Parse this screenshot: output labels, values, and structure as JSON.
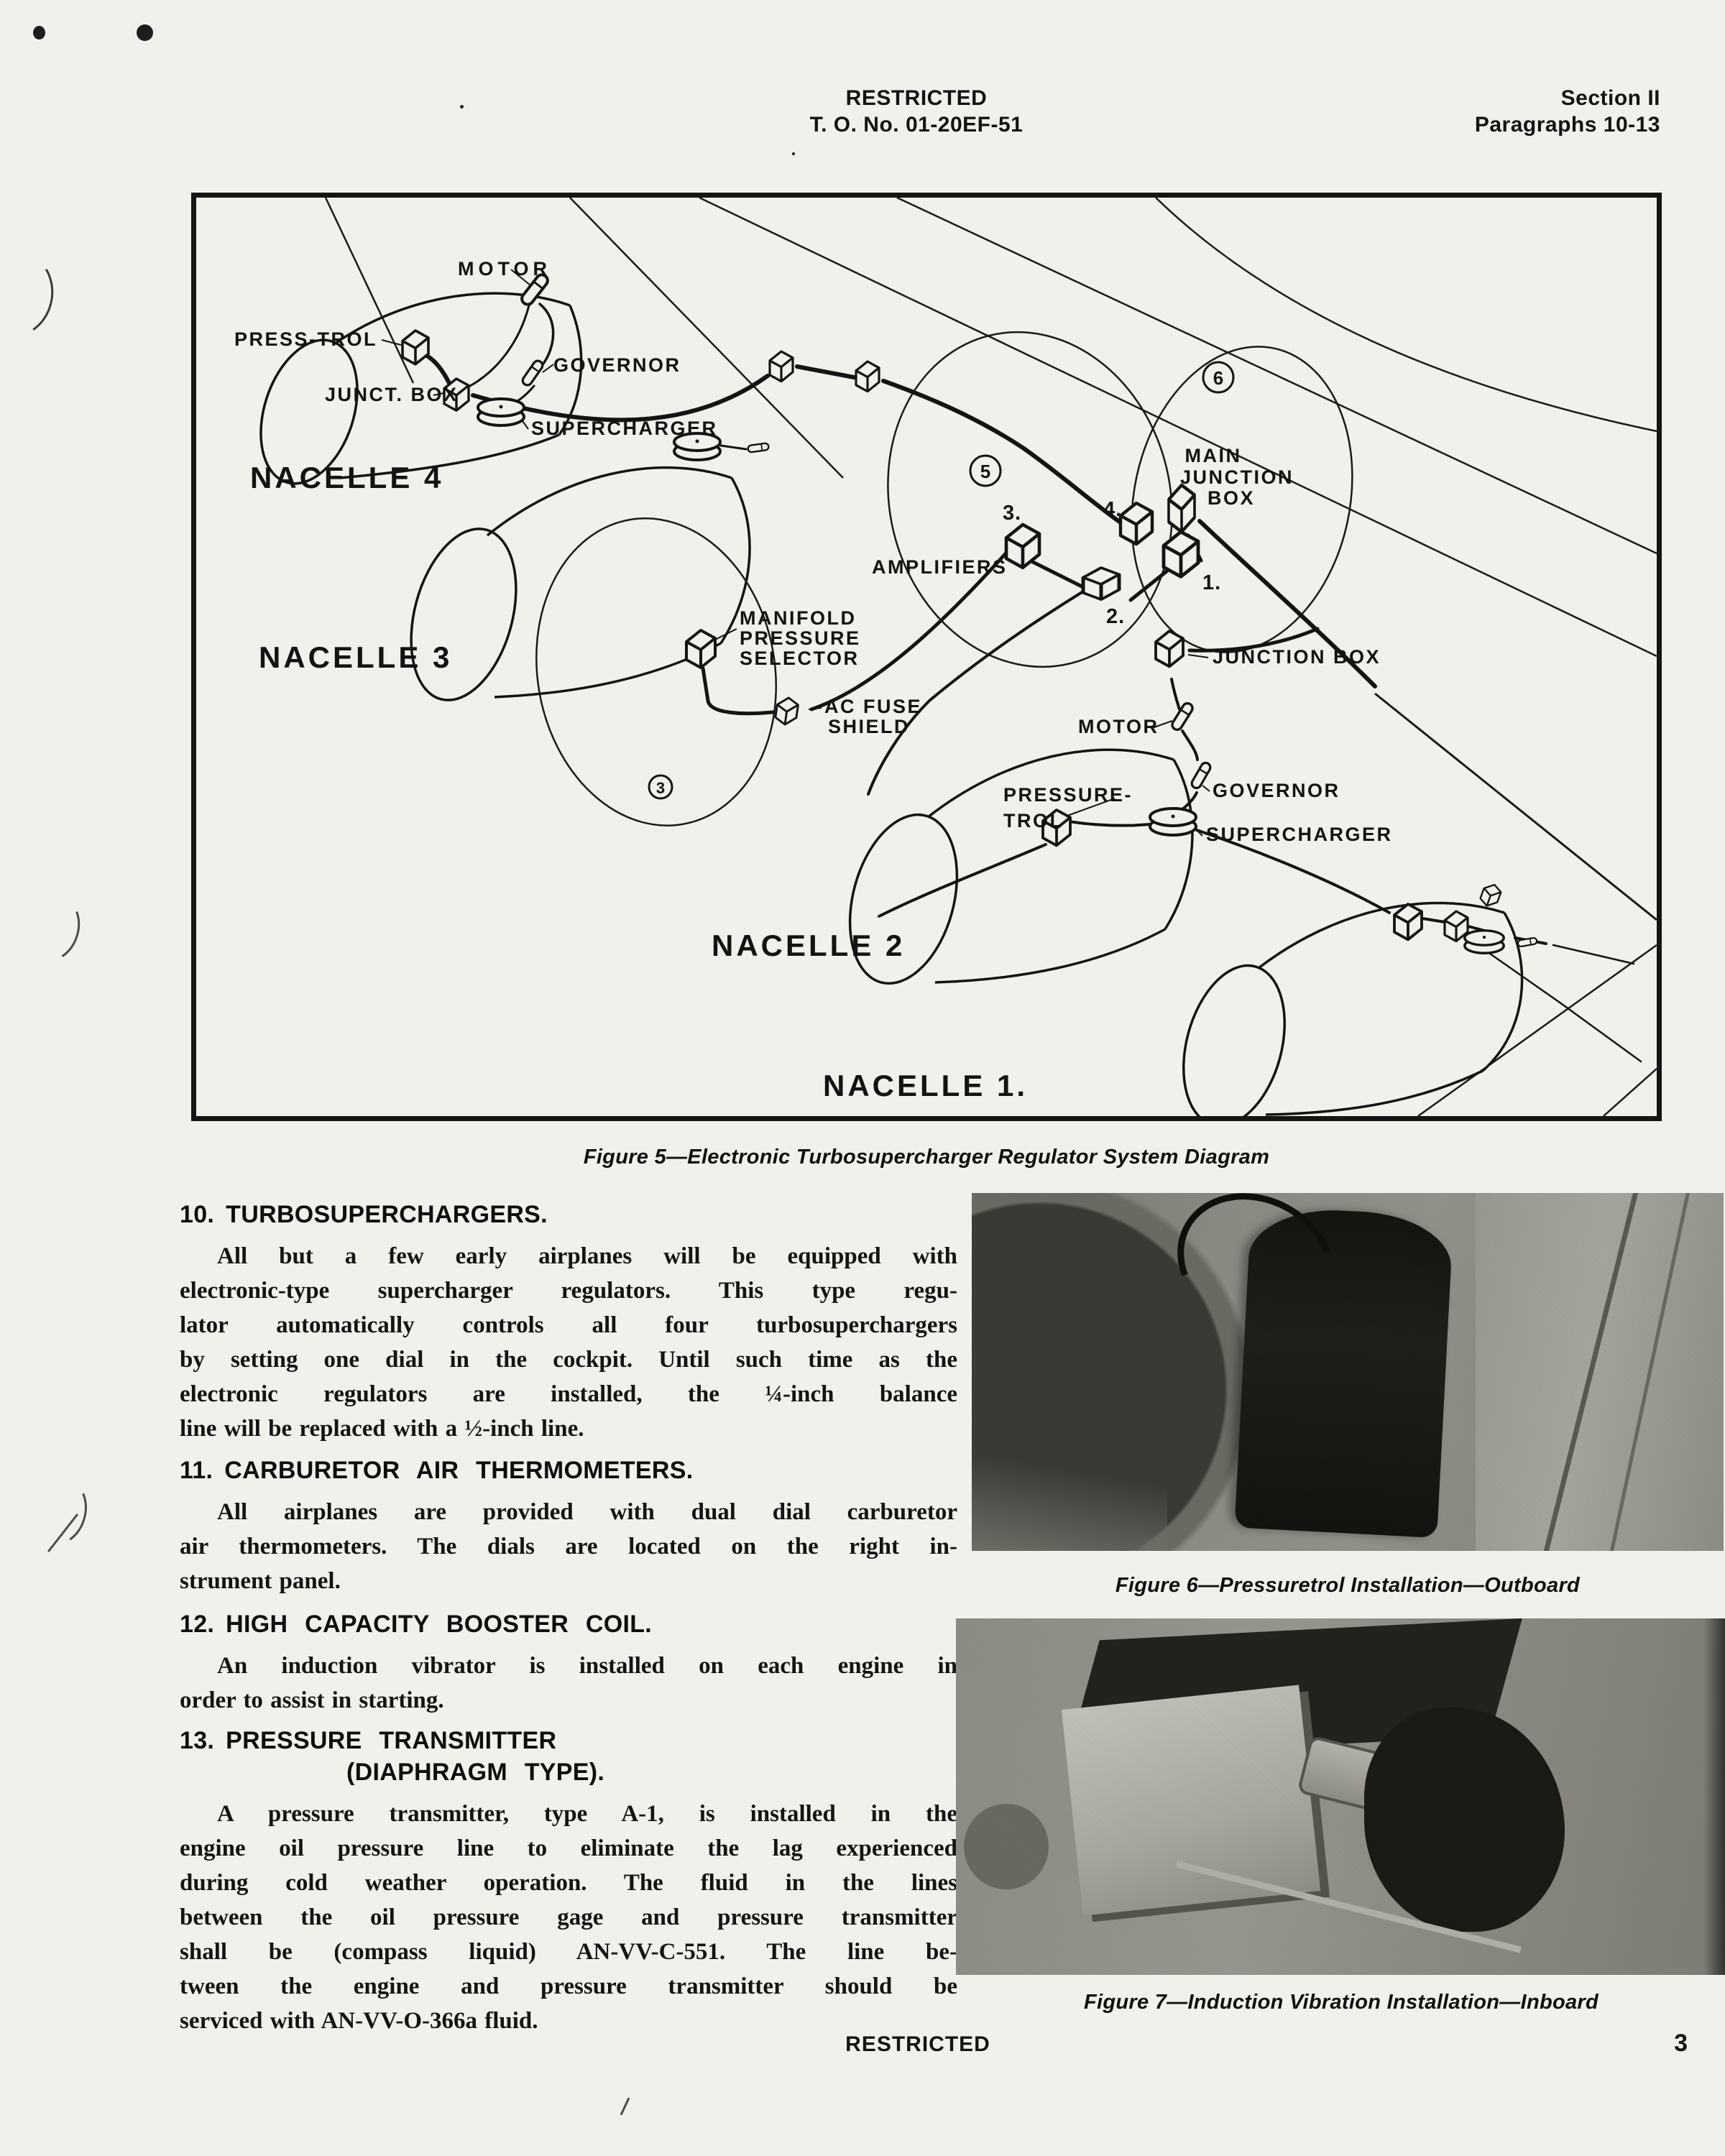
{
  "header": {
    "security": "RESTRICTED",
    "to_no": "T. O. No. 01-20EF-51",
    "section": "Section II",
    "paragraphs": "Paragraphs 10-13"
  },
  "figure5": {
    "caption": "Figure 5—Electronic Turbosupercharger Regulator System Diagram",
    "labels": {
      "motor4": "MOTOR",
      "presstrol4": "PRESS-TROL",
      "junctbox4": "JUNCT. BOX",
      "governor4": "GOVERNOR",
      "supercharger4": "SUPERCHARGER",
      "nacelle4": "NACELLE 4",
      "nacelle3": "NACELLE 3",
      "nacelle2": "NACELLE 2",
      "nacelle1": "NACELLE 1.",
      "num5": "5",
      "num6": "6",
      "num3": "3",
      "main": "MAIN",
      "junction": "JUNCTION",
      "box": "BOX",
      "amp3": "3.",
      "amp4": "4.",
      "amp2": "2.",
      "amp1": "1.",
      "amplifiers": "AMPLIFIERS",
      "manifold": "MANIFOLD",
      "pressure": "PRESSURE",
      "selector": "SELECTOR",
      "acfuse": "AC FUSE",
      "shield": "SHIELD",
      "junctionbox1": "JUNCTION BOX",
      "motor1": "MOTOR",
      "pressure1": "PRESSURE-",
      "trol1": "TROL",
      "governor1": "GOVERNOR",
      "supercharger1": "SUPERCHARGER"
    }
  },
  "sections": [
    {
      "number": "10.",
      "title": "TURBOSUPERCHARGERS.",
      "lines": [
        "All but a few early airplanes will be equipped with",
        "electronic-type supercharger regulators. This type regu-",
        "lator automatically controls all four turbosuperchargers",
        "by setting one dial in the cockpit. Until such time as the",
        "electronic regulators are installed, the ¼-inch balance",
        "line will be replaced with a ½-inch line."
      ]
    },
    {
      "number": "11.",
      "title": "CARBURETOR AIR THERMOMETERS.",
      "lines": [
        "All airplanes are provided with dual dial carburetor",
        "air thermometers. The dials are located on the right in-",
        "strument panel."
      ]
    },
    {
      "number": "12.",
      "title": "HIGH CAPACITY BOOSTER COIL.",
      "lines": [
        "An induction vibrator is installed on each engine in",
        "order to assist in starting."
      ]
    },
    {
      "number": "13.",
      "title": "PRESSURE TRANSMITTER",
      "title2": "(DIAPHRAGM TYPE).",
      "lines": [
        "A pressure transmitter, type A-1, is installed in the",
        "engine oil pressure line to eliminate the lag experienced",
        "during cold weather operation. The fluid in the lines",
        "between the oil pressure gage and pressure transmitter",
        "shall be (compass liquid) AN-VV-C-551. The line be-",
        "tween the engine and pressure transmitter should be",
        "serviced with AN-VV-O-366a fluid."
      ]
    }
  ],
  "figure6": {
    "caption": "Figure 6—Pressuretrol Installation—Outboard"
  },
  "figure7": {
    "caption": "Figure 7—Induction Vibration Installation—Inboard"
  },
  "footer": {
    "security": "RESTRICTED",
    "page_number": "3"
  }
}
